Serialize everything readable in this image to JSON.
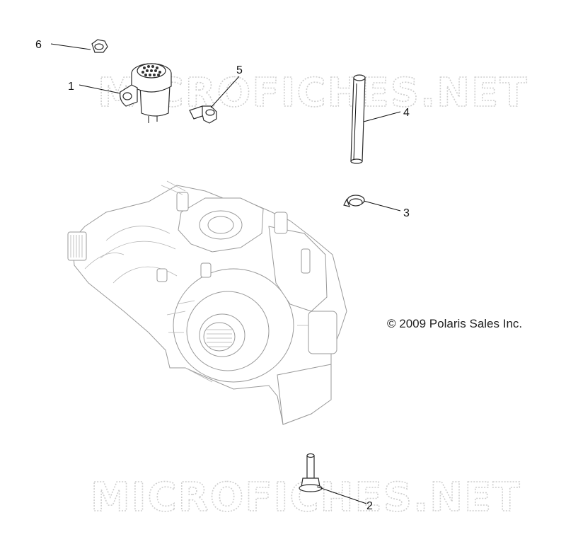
{
  "watermark": {
    "text": "MICROFICHES.NET"
  },
  "copyright": "© 2009 Polaris Sales Inc.",
  "callouts": [
    {
      "id": "6",
      "label": "6"
    },
    {
      "id": "1",
      "label": "1"
    },
    {
      "id": "5",
      "label": "5"
    },
    {
      "id": "4",
      "label": "4"
    },
    {
      "id": "3",
      "label": "3"
    },
    {
      "id": "2",
      "label": "2"
    }
  ]
}
